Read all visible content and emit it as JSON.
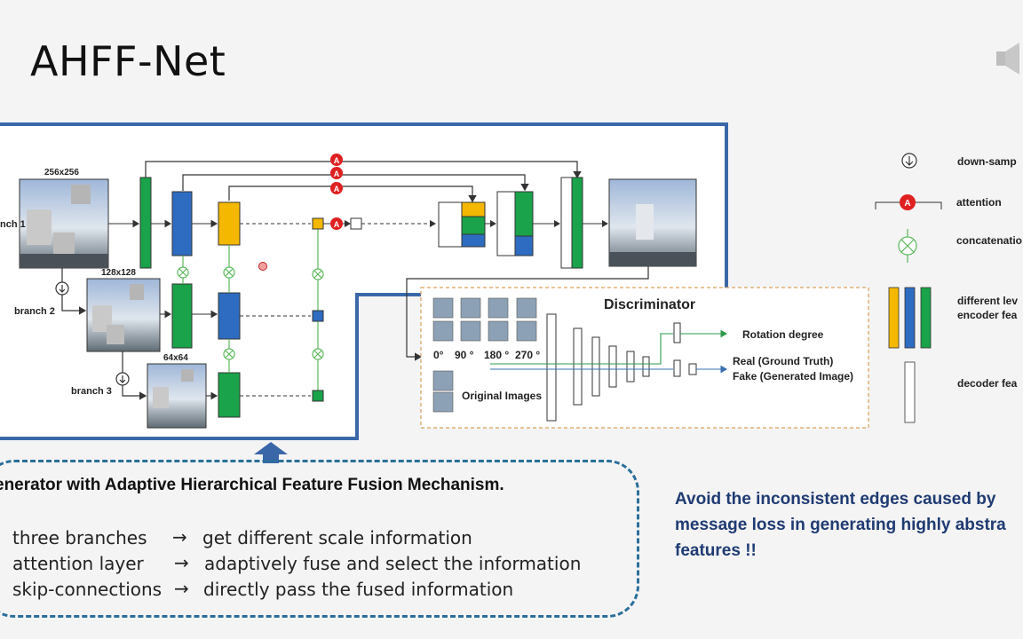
{
  "slide": {
    "title": "AHFF-Net"
  },
  "icons": {
    "speaker": "speaker-icon",
    "attention": "attention-A-icon",
    "concatenation": "circled-x-icon",
    "down_sample": "circled-down-arrow-icon"
  },
  "colors": {
    "frame_blue": "#3a67a8",
    "orange": "#f5b800",
    "blue": "#2d6cc0",
    "green": "#1aa34a",
    "attention_red": "#e02020",
    "note_text": "#1f3b73",
    "callout_border": "#2a6f9b"
  },
  "generator": {
    "branch_labels": [
      "nch 1",
      "branch 2",
      "branch 3"
    ],
    "size_labels": [
      "256x256",
      "128x128",
      "64x64"
    ]
  },
  "discriminator": {
    "title": "Discriminator",
    "angle_labels": [
      "0°",
      "90 °",
      "180 °",
      "270 °"
    ],
    "original_label": "Original Images",
    "output_rotation": "Rotation degree",
    "output_real": "Real (Ground Truth)",
    "output_fake": "Fake (Generated Image)"
  },
  "legend": {
    "down_sample": "down-samp",
    "attention": "attention",
    "concatenation": "concatenatio",
    "encoder_line1": "different lev",
    "encoder_line2": "encoder fea",
    "decoder": "decoder fea"
  },
  "callout": {
    "title": "enerator with Adaptive Hierarchical Feature Fusion Mechanism.",
    "bullets": [
      {
        "term": "three branches",
        "arrow": "→",
        "desc": "get different scale information"
      },
      {
        "term": "attention layer",
        "arrow": "→",
        "desc": "adaptively fuse and select the information"
      },
      {
        "term": "skip-connections",
        "arrow": "→",
        "desc": "directly pass the fused information"
      }
    ]
  },
  "note": {
    "lines": [
      "Avoid the inconsistent edges caused by",
      "message loss in generating highly abstra",
      "features !!"
    ]
  }
}
